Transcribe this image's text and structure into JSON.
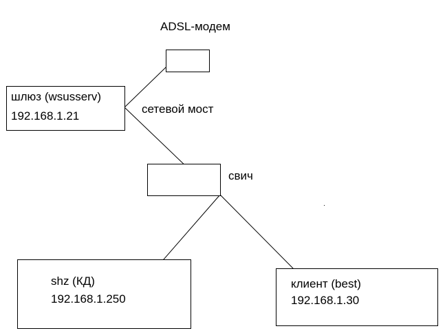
{
  "diagram": {
    "modem": {
      "label": "ADSL-модем"
    },
    "gateway": {
      "name": "шлюз (wsusserv)",
      "ip": "192.168.1.21"
    },
    "bridge": {
      "label": "сетевой мост"
    },
    "switch": {
      "label": "свич"
    },
    "server_kd": {
      "name": "shz (КД)",
      "ip": "192.168.1.250"
    },
    "client": {
      "name": "клиент (best)",
      "ip": "192.168.1.30"
    }
  },
  "colors": {
    "line": "#000000",
    "background": "#ffffff"
  }
}
